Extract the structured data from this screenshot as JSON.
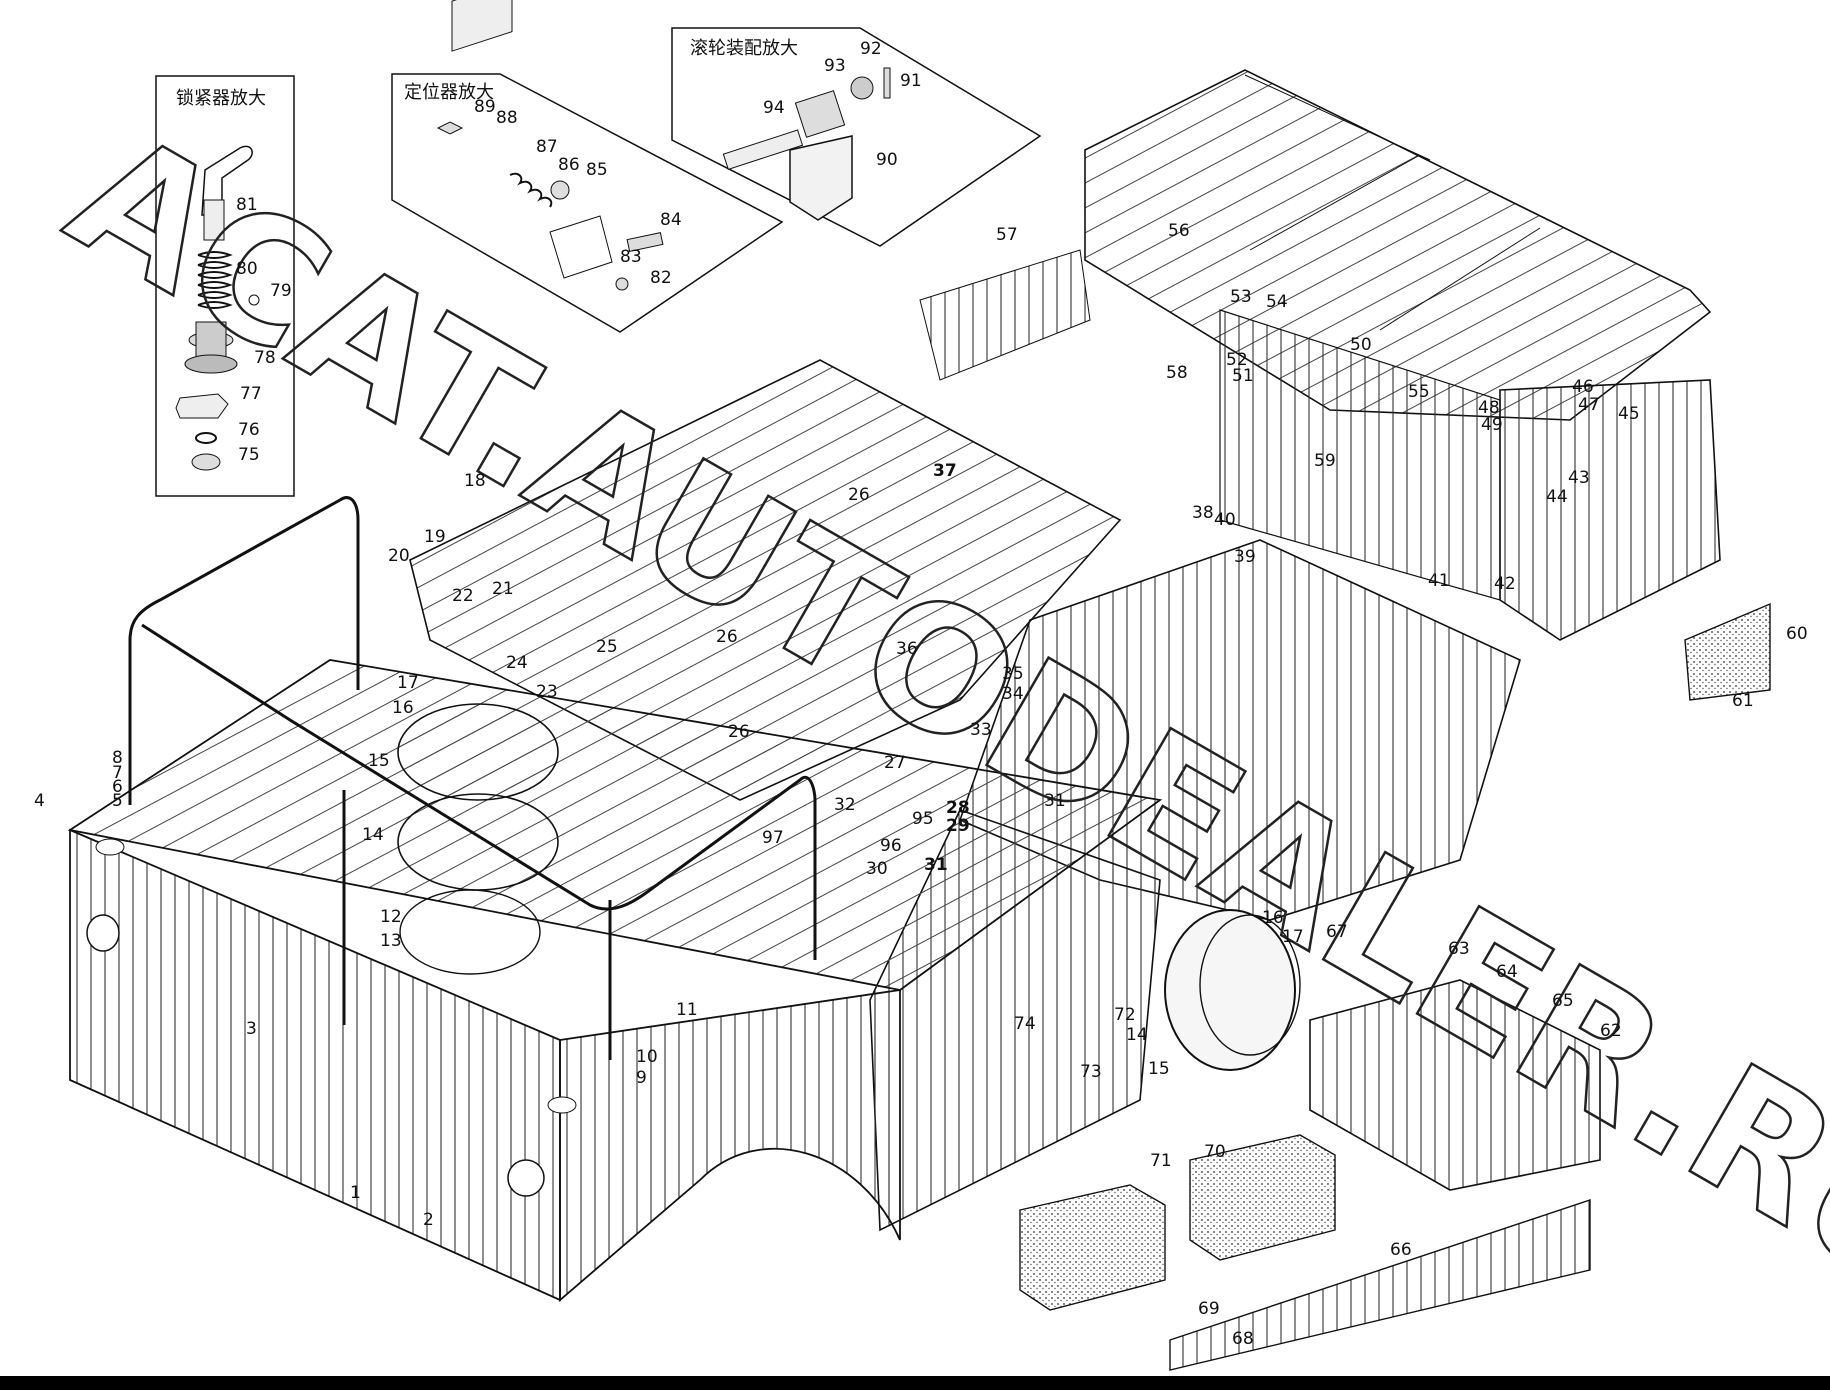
{
  "insets": {
    "locker": {
      "title": "锁紧器放大"
    },
    "locator": {
      "title": "定位器放大"
    },
    "roller": {
      "title": "滚轮装配放大"
    }
  },
  "watermark": {
    "text": "ACAT.AUTODEALER.RU"
  },
  "part_labels": [
    {
      "id": "1",
      "text": "1"
    },
    {
      "id": "2",
      "text": "2"
    },
    {
      "id": "3",
      "text": "3"
    },
    {
      "id": "4",
      "text": "4"
    },
    {
      "id": "5",
      "text": "5"
    },
    {
      "id": "6",
      "text": "6"
    },
    {
      "id": "7",
      "text": "7"
    },
    {
      "id": "8",
      "text": "8"
    },
    {
      "id": "9",
      "text": "9"
    },
    {
      "id": "10",
      "text": "10"
    },
    {
      "id": "11",
      "text": "11"
    },
    {
      "id": "12",
      "text": "12"
    },
    {
      "id": "13",
      "text": "13"
    },
    {
      "id": "14",
      "text": "14"
    },
    {
      "id": "15",
      "text": "15"
    },
    {
      "id": "16",
      "text": "16"
    },
    {
      "id": "17",
      "text": "17"
    },
    {
      "id": "18",
      "text": "18"
    },
    {
      "id": "19",
      "text": "19"
    },
    {
      "id": "20",
      "text": "20"
    },
    {
      "id": "21",
      "text": "21"
    },
    {
      "id": "22",
      "text": "22"
    },
    {
      "id": "23",
      "text": "23"
    },
    {
      "id": "24",
      "text": "24"
    },
    {
      "id": "25",
      "text": "25"
    },
    {
      "id": "26a",
      "text": "26"
    },
    {
      "id": "26b",
      "text": "26"
    },
    {
      "id": "26c",
      "text": "26"
    },
    {
      "id": "27",
      "text": "27"
    },
    {
      "id": "28",
      "text": "28"
    },
    {
      "id": "29",
      "text": "29"
    },
    {
      "id": "30",
      "text": "30"
    },
    {
      "id": "31a",
      "text": "31"
    },
    {
      "id": "31b",
      "text": "31"
    },
    {
      "id": "32",
      "text": "32"
    },
    {
      "id": "33",
      "text": "33"
    },
    {
      "id": "34",
      "text": "34"
    },
    {
      "id": "35",
      "text": "35"
    },
    {
      "id": "36",
      "text": "36"
    },
    {
      "id": "37",
      "text": "37"
    },
    {
      "id": "38",
      "text": "38"
    },
    {
      "id": "39",
      "text": "39"
    },
    {
      "id": "40",
      "text": "40"
    },
    {
      "id": "41",
      "text": "41"
    },
    {
      "id": "42",
      "text": "42"
    },
    {
      "id": "43",
      "text": "43"
    },
    {
      "id": "44",
      "text": "44"
    },
    {
      "id": "45",
      "text": "45"
    },
    {
      "id": "46",
      "text": "46"
    },
    {
      "id": "47",
      "text": "47"
    },
    {
      "id": "48",
      "text": "48"
    },
    {
      "id": "49",
      "text": "49"
    },
    {
      "id": "50",
      "text": "50"
    },
    {
      "id": "51",
      "text": "51"
    },
    {
      "id": "52",
      "text": "52"
    },
    {
      "id": "53",
      "text": "53"
    },
    {
      "id": "54",
      "text": "54"
    },
    {
      "id": "55",
      "text": "55"
    },
    {
      "id": "56",
      "text": "56"
    },
    {
      "id": "57",
      "text": "57"
    },
    {
      "id": "58",
      "text": "58"
    },
    {
      "id": "59",
      "text": "59"
    },
    {
      "id": "60",
      "text": "60"
    },
    {
      "id": "61",
      "text": "61"
    },
    {
      "id": "62",
      "text": "62"
    },
    {
      "id": "63",
      "text": "63"
    },
    {
      "id": "64",
      "text": "64"
    },
    {
      "id": "65",
      "text": "65"
    },
    {
      "id": "66",
      "text": "66"
    },
    {
      "id": "67",
      "text": "67"
    },
    {
      "id": "68",
      "text": "68"
    },
    {
      "id": "69",
      "text": "69"
    },
    {
      "id": "70",
      "text": "70"
    },
    {
      "id": "71",
      "text": "71"
    },
    {
      "id": "72",
      "text": "72"
    },
    {
      "id": "73",
      "text": "73"
    },
    {
      "id": "74",
      "text": "74"
    },
    {
      "id": "75",
      "text": "75"
    },
    {
      "id": "76",
      "text": "76"
    },
    {
      "id": "77",
      "text": "77"
    },
    {
      "id": "78",
      "text": "78"
    },
    {
      "id": "79",
      "text": "79"
    },
    {
      "id": "80",
      "text": "80"
    },
    {
      "id": "81",
      "text": "81"
    },
    {
      "id": "82",
      "text": "82"
    },
    {
      "id": "83",
      "text": "83"
    },
    {
      "id": "84",
      "text": "84"
    },
    {
      "id": "85",
      "text": "85"
    },
    {
      "id": "86",
      "text": "86"
    },
    {
      "id": "87",
      "text": "87"
    },
    {
      "id": "88",
      "text": "88"
    },
    {
      "id": "89",
      "text": "89"
    },
    {
      "id": "90",
      "text": "90"
    },
    {
      "id": "91",
      "text": "91"
    },
    {
      "id": "92",
      "text": "92"
    },
    {
      "id": "93",
      "text": "93"
    },
    {
      "id": "94",
      "text": "94"
    },
    {
      "id": "95",
      "text": "95"
    },
    {
      "id": "96",
      "text": "96"
    },
    {
      "id": "97",
      "text": "97"
    },
    {
      "id": "14b",
      "text": "14"
    },
    {
      "id": "15b",
      "text": "15"
    },
    {
      "id": "16b",
      "text": "16"
    },
    {
      "id": "17b",
      "text": "17"
    }
  ]
}
